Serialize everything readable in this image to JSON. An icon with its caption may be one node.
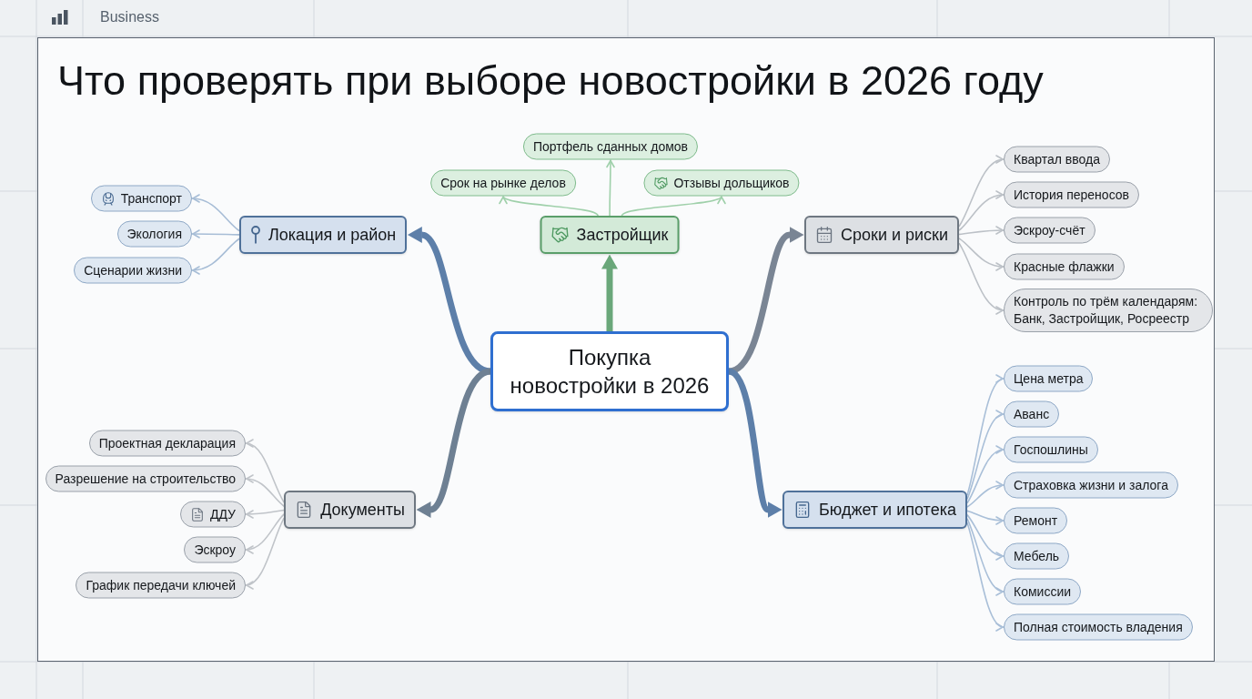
{
  "diagram": {
    "title": "Что проверять при выборе новостройки в 2026 году",
    "nodes": [
      {
        "text": [
          "Покупка новостройки в 2026"
        ]
      },
      {
        "text": [
          "Застройщик"
        ]
      },
      {
        "text": [
          "Портфель сданных домов"
        ]
      },
      {
        "text": [
          "Срок на рынке делов"
        ]
      },
      {
        "text": [
          "Отзывы дольщиков"
        ]
      },
      {
        "text": [
          "Локация и район"
        ]
      },
      {
        "text": [
          "Транспорт"
        ]
      },
      {
        "text": [
          "Экология"
        ]
      },
      {
        "text": [
          "Сценарии жизни"
        ]
      },
      {
        "text": [
          "Сроки и риски"
        ]
      },
      {
        "text": [
          "Квартал ввода"
        ]
      },
      {
        "text": [
          "История переносов"
        ]
      },
      {
        "text": [
          "Эскроу-счёт"
        ]
      },
      {
        "text": [
          "Красные флажки"
        ]
      },
      {
        "text": [
          "Контроль по трём календарям: Банк, Застройщик, Росреестр"
        ]
      },
      {
        "text": [
          "Документы"
        ]
      },
      {
        "text": [
          "Проектная декларация"
        ]
      },
      {
        "text": [
          "Разрешение на строительство"
        ]
      },
      {
        "text": [
          "ДДУ"
        ]
      },
      {
        "text": [
          "Эскроу"
        ]
      },
      {
        "text": [
          "График передачи ключей"
        ]
      },
      {
        "text": [
          "Бюджет и ипотека"
        ]
      },
      {
        "text": [
          "Цена метра"
        ]
      },
      {
        "text": [
          "Аванс"
        ]
      },
      {
        "text": [
          "Госпошлины"
        ]
      },
      {
        "text": [
          "Страховка жизни и залога"
        ]
      },
      {
        "text": [
          "Ремонт"
        ]
      },
      {
        "text": [
          "Мебель"
        ]
      },
      {
        "text": [
          "Комиссии"
        ]
      },
      {
        "text": [
          "Полная стоимость владения"
        ]
      }
    ],
    "edges": [
      {
        "from": 0,
        "to": 1,
        "arrow": "to",
        "style": "thick",
        "color": "#6aa77a"
      },
      {
        "from": 1,
        "to": 2,
        "arrow": "to",
        "color": "#9fd0aa"
      },
      {
        "from": 1,
        "to": 3,
        "arrow": "to",
        "color": "#9fd0aa"
      },
      {
        "from": 1,
        "to": 4,
        "arrow": "to",
        "color": "#9fd0aa"
      },
      {
        "from": 0,
        "to": 5,
        "arrow": "to",
        "style": "thick",
        "color": "#5d7fa9"
      },
      {
        "from": 5,
        "to": 6,
        "arrow": "to",
        "color": "#a7bdd6"
      },
      {
        "from": 5,
        "to": 7,
        "arrow": "to",
        "color": "#a7bdd6"
      },
      {
        "from": 5,
        "to": 8,
        "arrow": "to",
        "color": "#a7bdd6"
      },
      {
        "from": 0,
        "to": 9,
        "arrow": "to",
        "style": "thick",
        "color": "#7a8594"
      },
      {
        "from": 9,
        "to": 10,
        "arrow": "to",
        "color": "#bcc1c7"
      },
      {
        "from": 9,
        "to": 11,
        "arrow": "to",
        "color": "#bcc1c7"
      },
      {
        "from": 9,
        "to": 12,
        "arrow": "to",
        "color": "#bcc1c7"
      },
      {
        "from": 9,
        "to": 13,
        "arrow": "to",
        "color": "#bcc1c7"
      },
      {
        "from": 9,
        "to": 14,
        "arrow": "to",
        "color": "#bcc1c7"
      },
      {
        "from": 0,
        "to": 15,
        "arrow": "to",
        "style": "thick",
        "color": "#6e8093"
      },
      {
        "from": 15,
        "to": 16,
        "arrow": "to",
        "color": "#c0c4c9"
      },
      {
        "from": 15,
        "to": 17,
        "arrow": "to",
        "color": "#c0c4c9"
      },
      {
        "from": 15,
        "to": 18,
        "arrow": "to",
        "color": "#c0c4c9"
      },
      {
        "from": 15,
        "to": 19,
        "arrow": "to",
        "color": "#c0c4c9"
      },
      {
        "from": 15,
        "to": 20,
        "arrow": "to",
        "color": "#c0c4c9"
      },
      {
        "from": 0,
        "to": 21,
        "arrow": "to",
        "style": "thick",
        "color": "#5d7fa9"
      },
      {
        "from": 21,
        "to": 22,
        "arrow": "to",
        "color": "#a9bfd8"
      },
      {
        "from": 21,
        "to": 23,
        "arrow": "to",
        "color": "#a9bfd8"
      },
      {
        "from": 21,
        "to": 24,
        "arrow": "to",
        "color": "#a9bfd8"
      },
      {
        "from": 21,
        "to": 25,
        "arrow": "to",
        "color": "#a9bfd8"
      },
      {
        "from": 21,
        "to": 26,
        "arrow": "to",
        "color": "#a9bfd8"
      },
      {
        "from": 21,
        "to": 27,
        "arrow": "to",
        "color": "#a9bfd8"
      },
      {
        "from": 21,
        "to": 28,
        "arrow": "to",
        "color": "#a9bfd8"
      },
      {
        "from": 21,
        "to": 29,
        "arrow": "to",
        "color": "#a9bfd8"
      }
    ],
    "labels": [
      "Business"
    ]
  }
}
